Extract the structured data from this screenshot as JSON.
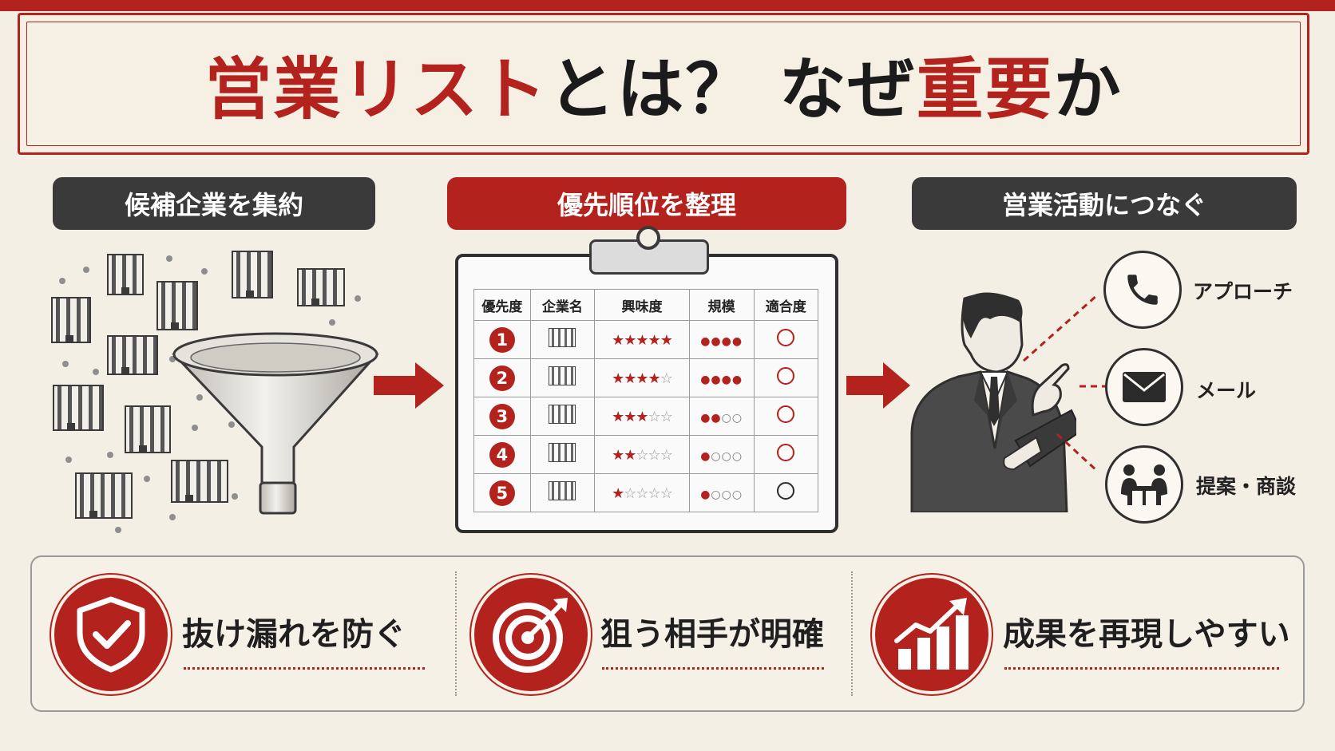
{
  "title": {
    "part1": "営業リスト",
    "part2": "とは？ なぜ",
    "part3": "重要",
    "part4": "か"
  },
  "steps": [
    {
      "label": "候補企業を集約"
    },
    {
      "label": "優先順位を整理"
    },
    {
      "label": "営業活動につなぐ"
    }
  ],
  "table": {
    "headers": [
      "優先度",
      "企業名",
      "興味度",
      "規模",
      "適合度"
    ],
    "rows": [
      {
        "rank": "1",
        "interest": 5,
        "scale": 4
      },
      {
        "rank": "2",
        "interest": 4,
        "scale": 4
      },
      {
        "rank": "3",
        "interest": 3,
        "scale": 2
      },
      {
        "rank": "4",
        "interest": 2,
        "scale": 1
      },
      {
        "rank": "5",
        "interest": 1,
        "scale": 1
      }
    ]
  },
  "channels": [
    {
      "label": "アプローチ",
      "icon": "phone-icon"
    },
    {
      "label": "メール",
      "icon": "mail-icon"
    },
    {
      "label": "提案・商談",
      "icon": "meeting-icon"
    }
  ],
  "benefits": [
    {
      "label": "抜け漏れを防ぐ",
      "icon": "shield-check-icon"
    },
    {
      "label": "狙う相手が明確",
      "icon": "target-icon"
    },
    {
      "label": "成果を再現しやすい",
      "icon": "growth-chart-icon"
    }
  ],
  "colors": {
    "accent": "#b3221d",
    "dark": "#3a3a3a",
    "background": "#f4efe4"
  }
}
